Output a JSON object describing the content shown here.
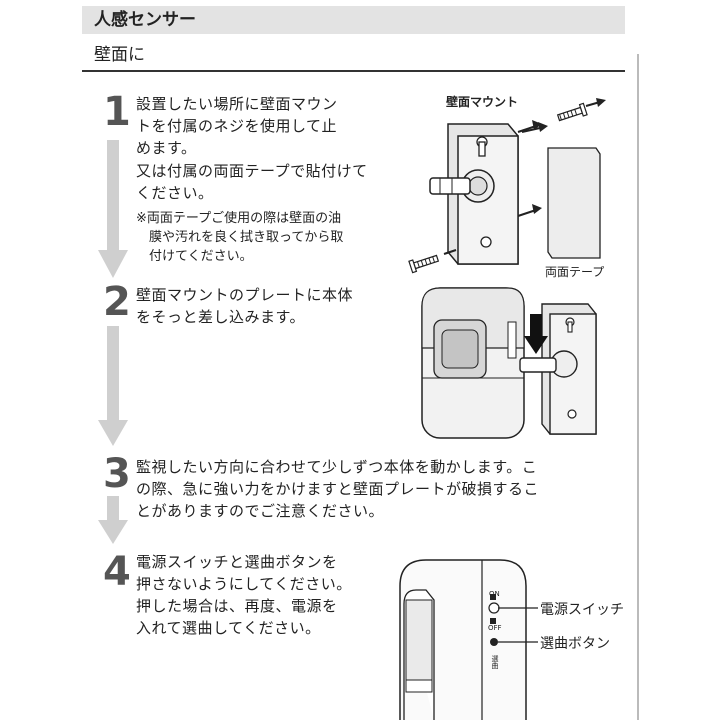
{
  "header": {
    "title": "人感センサー"
  },
  "section": {
    "title": "壁面に"
  },
  "steps": [
    {
      "number": "1",
      "text": "設置したい場所に壁面マウン\nトを付属のネジを使用して止\nめます。",
      "alt_text": "又は付属の両面テープで貼付けて\nください。",
      "note": "※両面テープご使用の際は壁面の油\n　膜や汚れを良く拭き取ってから取\n　付けてください。"
    },
    {
      "number": "2",
      "text": "壁面マウントのプレートに本体\nをそっと差し込みます。"
    },
    {
      "number": "3",
      "text": "監視したい方向に合わせて少しずつ本体を動かします。こ\nの際、急に強い力をかけますと壁面プレートが破損するこ\nとがありますのでご注意ください。"
    },
    {
      "number": "4",
      "text": "電源スイッチと選曲ボタンを\n押さないようにしてください。\n押した場合は、再度、電源を\n入れて選曲してください。"
    }
  ],
  "figure1": {
    "mount_label": "壁面マウント",
    "tape_label": "両面テープ"
  },
  "figure4": {
    "power_switch_label": "電源スイッチ",
    "select_button_label": "選曲ボタン",
    "on_label": "ON",
    "off_label": "OFF",
    "select_small_label": "選曲"
  }
}
